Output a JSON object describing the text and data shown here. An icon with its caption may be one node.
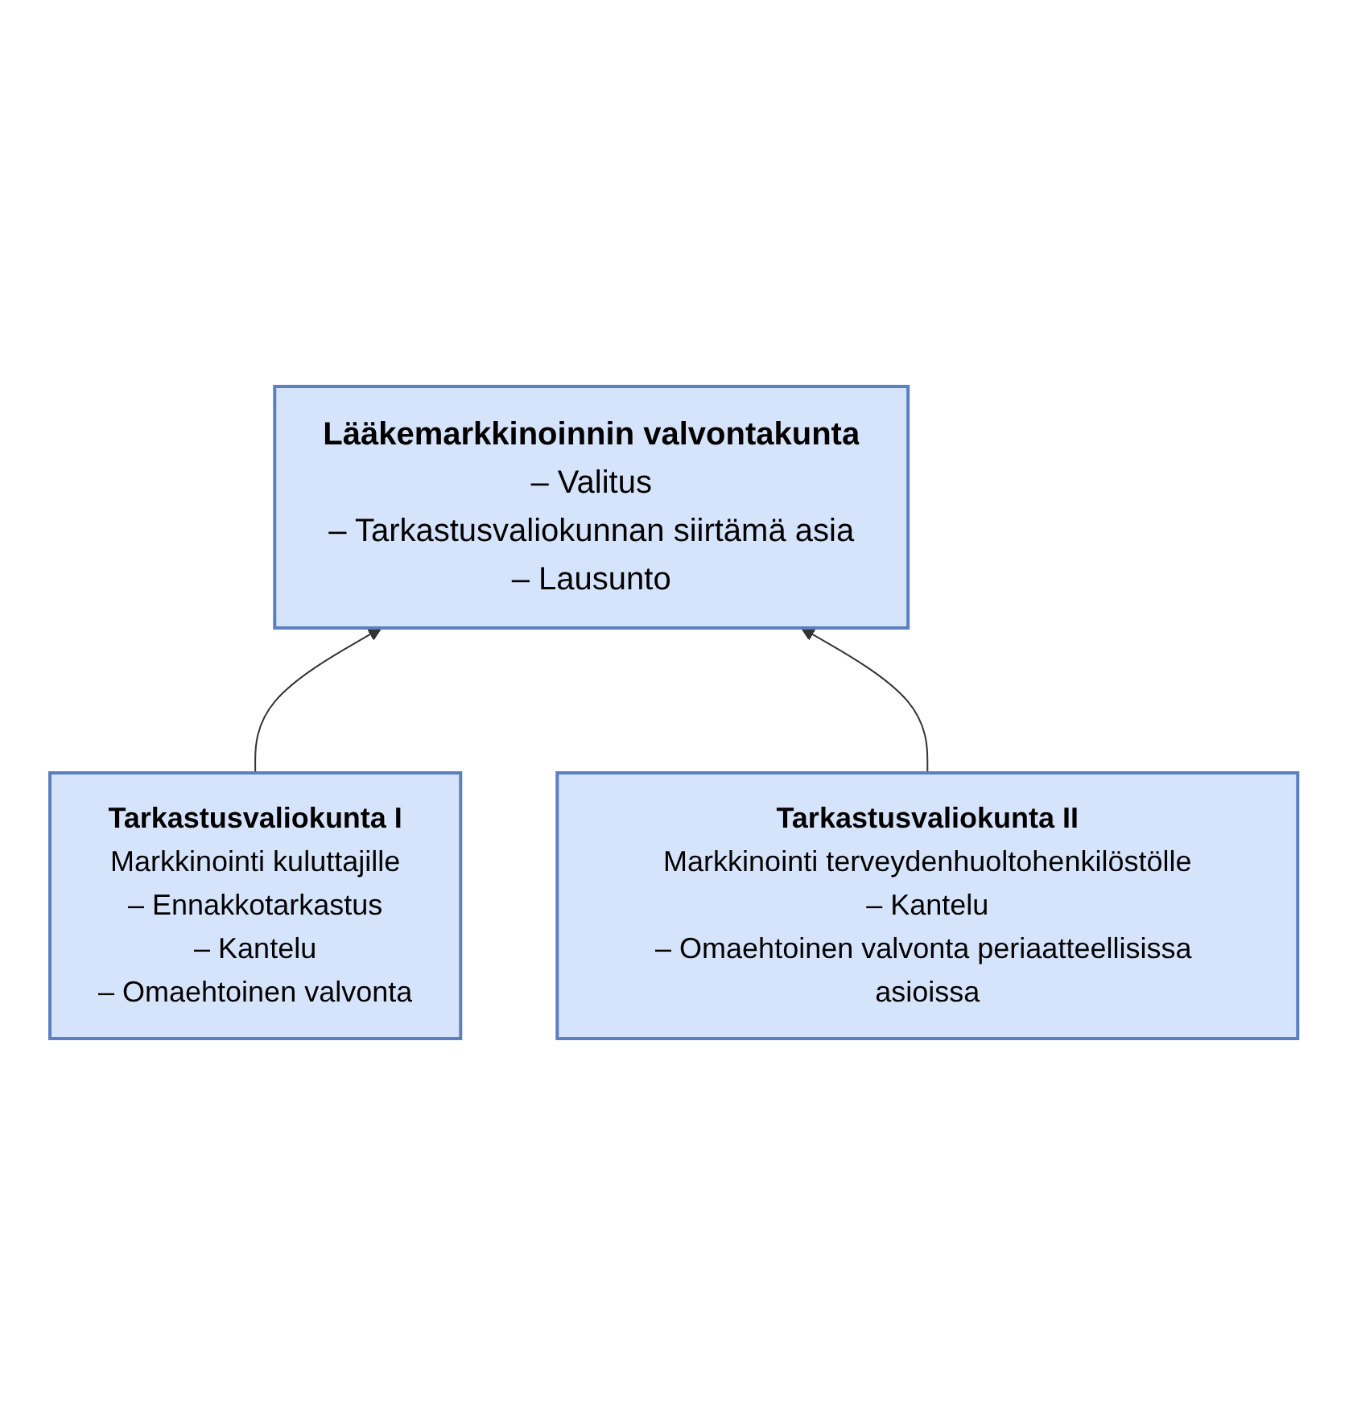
{
  "diagram": {
    "nodes": [
      {
        "text": [
          "Lääkemarkkinoinnin valvontakunta",
          "– Valitus",
          "– Tarkastusvaliokunnan siirtämä asia",
          "– Lausunto"
        ]
      },
      {
        "text": [
          "Tarkastusvaliokunta I",
          "Markkinointi kuluttajille",
          "– Ennakkotarkastus",
          "– Kantelu",
          "– Omaehtoinen valvonta"
        ]
      },
      {
        "text": [
          "Tarkastusvaliokunta II",
          "Markkinointi terveydenhuoltohenkilöstölle",
          "– Kantelu",
          "– Omaehtoinen valvonta periaatteellisissa asioissa"
        ]
      }
    ],
    "edges": [
      {
        "from": 1,
        "to": 0,
        "arrow": "to"
      },
      {
        "from": 2,
        "to": 0,
        "arrow": "to"
      }
    ]
  }
}
